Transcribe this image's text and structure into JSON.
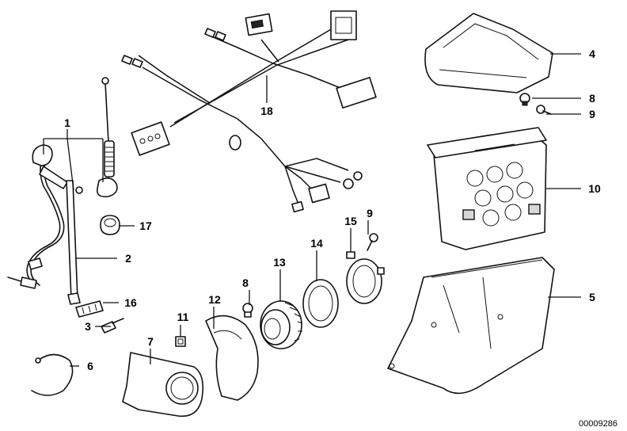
{
  "labels": {
    "p1": "1",
    "p2": "2",
    "p3": "3",
    "p4": "4",
    "p5": "5",
    "p6": "6",
    "p7": "7",
    "p8a": "8",
    "p8b": "8",
    "p9a": "9",
    "p9b": "9",
    "p10": "10",
    "p11": "11",
    "p12": "12",
    "p13": "13",
    "p14": "14",
    "p15": "15",
    "p16": "16",
    "p17": "17",
    "p18": "18"
  },
  "catalog_number": "00009286"
}
